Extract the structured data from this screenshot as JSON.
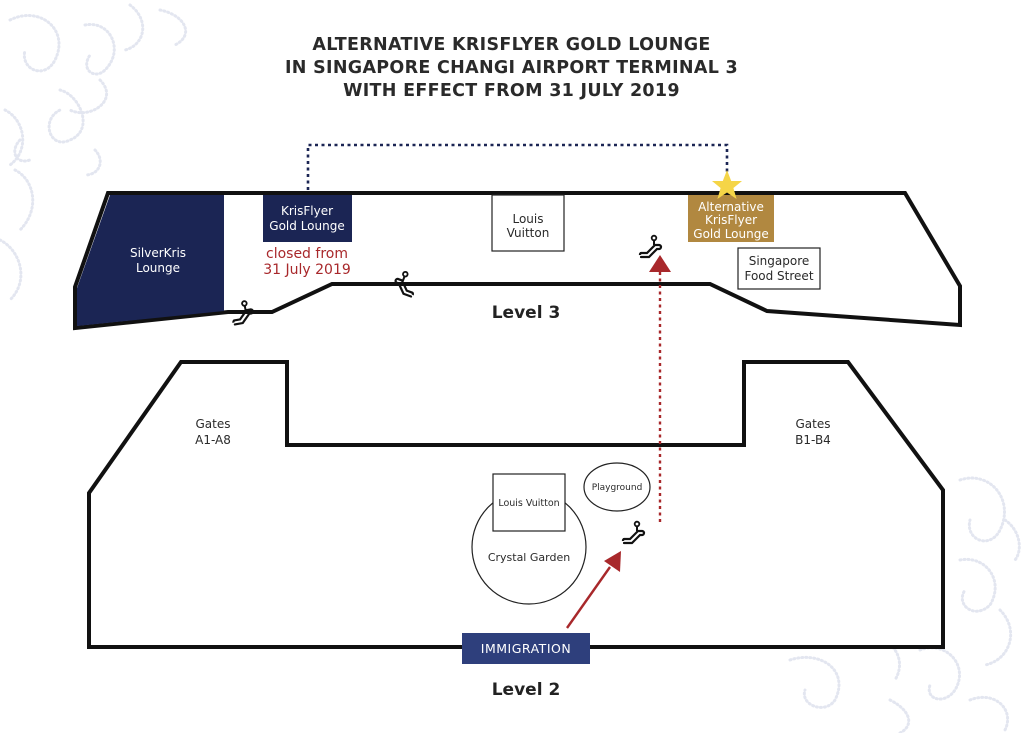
{
  "title": {
    "line1": "ALTERNATIVE KRISFLYER GOLD LOUNGE",
    "line2": "IN SINGAPORE CHANGI AIRPORT TERMINAL 3",
    "line3": "WITH EFFECT FROM 31 JULY 2019"
  },
  "colors": {
    "navy": "#1b2554",
    "gold": "#b18840",
    "star": "#f5d547",
    "red": "#a8282b",
    "immigration": "#2e3f7c",
    "outline": "#111111",
    "pattern": "#e6e8f1"
  },
  "level3": {
    "label": "Level 3",
    "silverkris": {
      "line1": "SilverKris",
      "line2": "Lounge"
    },
    "krisflyer_closed": {
      "line1": "KrisFlyer",
      "line2": "Gold Lounge"
    },
    "closed_note": {
      "line1": "closed from",
      "line2": "31 July 2019"
    },
    "louis_vuitton": {
      "line1": "Louis",
      "line2": "Vuitton"
    },
    "alternative": {
      "line1": "Alternative",
      "line2": "KrisFlyer",
      "line3": "Gold Lounge"
    },
    "food_street": {
      "line1": "Singapore",
      "line2": "Food Street"
    }
  },
  "level2": {
    "label": "Level 2",
    "gates_a": {
      "line1": "Gates",
      "line2": "A1-A8"
    },
    "gates_b": {
      "line1": "Gates",
      "line2": "B1-B4"
    },
    "louis_vuitton": "Louis Vuitton",
    "crystal_garden": "Crystal Garden",
    "playground": "Playground",
    "immigration": "IMMIGRATION"
  },
  "icons": {
    "escalator": "escalator-icon",
    "star": "star-icon",
    "arrow": "arrow-icon"
  }
}
